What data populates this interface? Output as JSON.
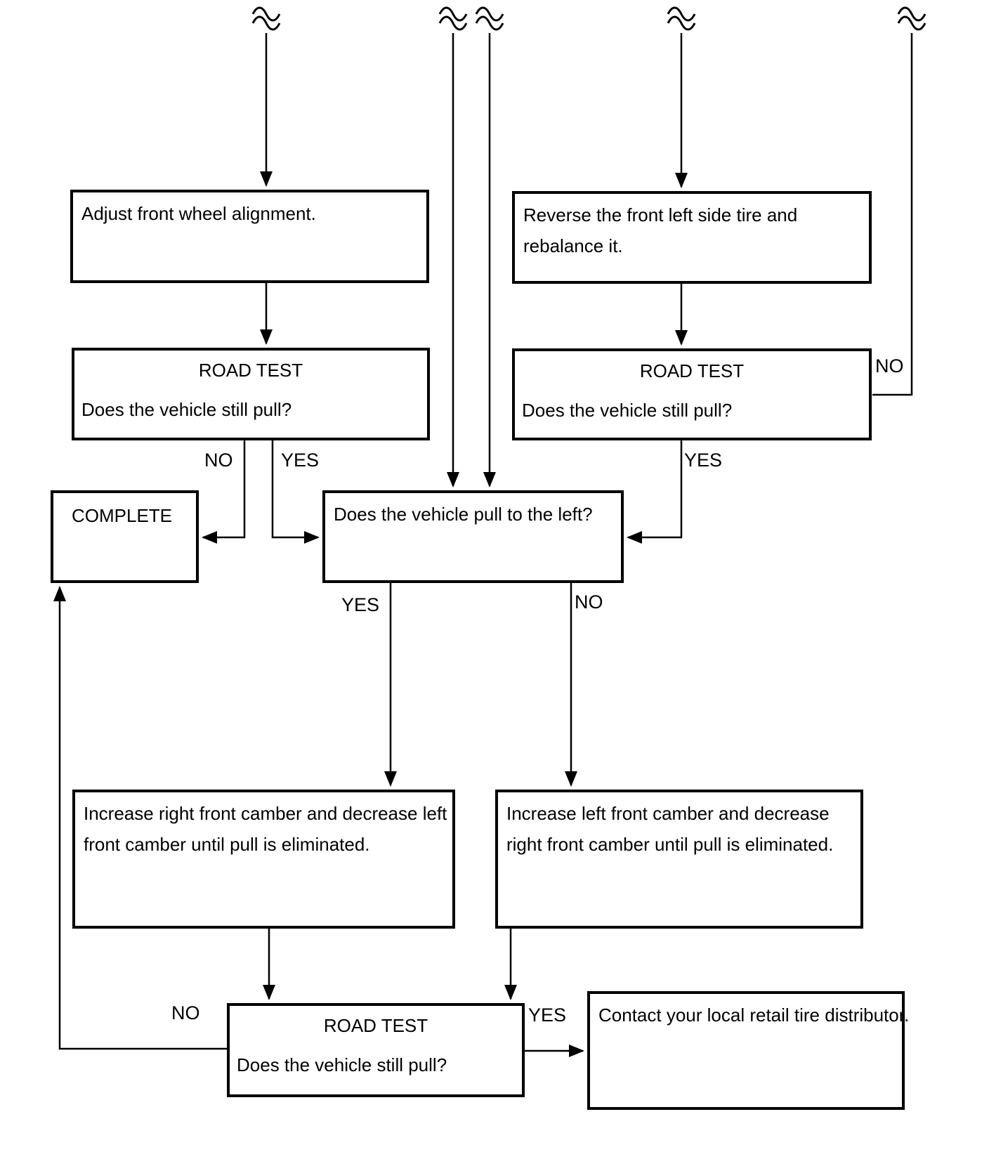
{
  "flowchart": {
    "boxes": {
      "adjust": {
        "text": "Adjust front wheel alignment."
      },
      "reverse": {
        "line1": "Reverse the front left side tire and",
        "line2": "rebalance it."
      },
      "road_test_left": {
        "title": "ROAD TEST",
        "question": "Does the vehicle still pull?"
      },
      "road_test_right": {
        "title": "ROAD TEST",
        "question": "Does the vehicle still pull?"
      },
      "complete": {
        "text": "COMPLETE"
      },
      "pull_left_question": {
        "text": "Does the vehicle pull to the left?"
      },
      "camber_left": {
        "line1": "Increase right front camber and decrease left",
        "line2": "front camber until pull is eliminated."
      },
      "camber_right": {
        "line1": "Increase left front camber and decrease",
        "line2": "right front camber until pull is eliminated."
      },
      "road_test_bottom": {
        "title": "ROAD TEST",
        "question": "Does the vehicle still pull?"
      },
      "contact": {
        "text": "Contact your local retail tire distributor."
      }
    },
    "labels": {
      "road_test_left_no": "NO",
      "road_test_left_yes": "YES",
      "road_test_right_yes": "YES",
      "road_test_right_no": "NO",
      "pull_left_yes": "YES",
      "pull_left_no": "NO",
      "road_test_bottom_no": "NO",
      "road_test_bottom_yes": "YES"
    },
    "icons": {
      "page_break": "≈"
    },
    "colors": {
      "line": "#000000",
      "background": "#ffffff"
    }
  }
}
